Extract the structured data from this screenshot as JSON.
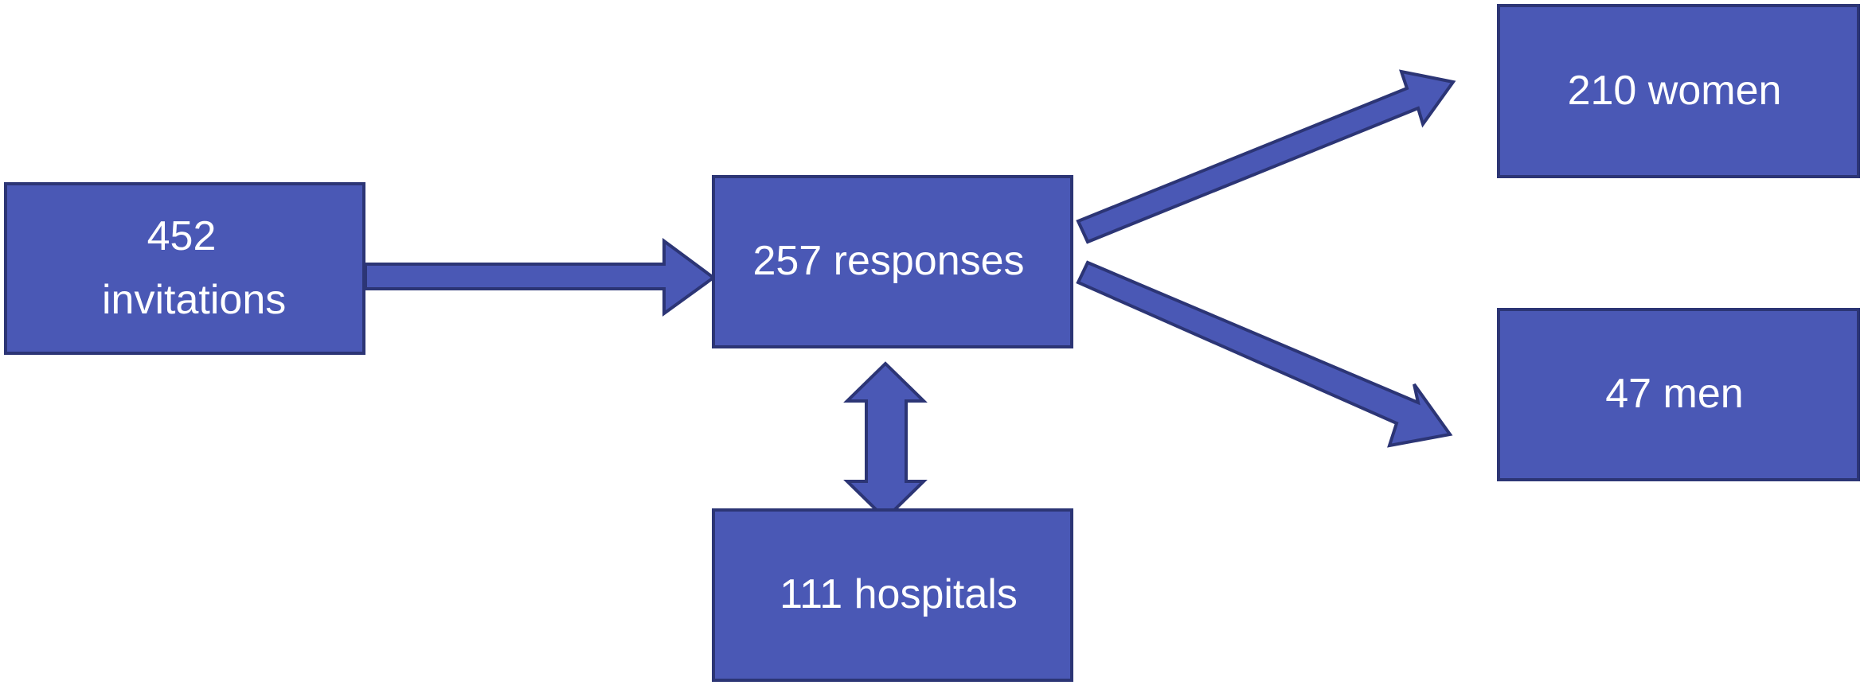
{
  "diagram": {
    "nodes": {
      "invitations": {
        "label": "452 invitations"
      },
      "responses": {
        "label": "257 responses"
      },
      "hospitals": {
        "label": "111 hospitals"
      },
      "women": {
        "label": "210 women"
      },
      "men": {
        "label": "47 men"
      }
    },
    "edges": [
      {
        "from": "invitations",
        "to": "responses",
        "direction": "forward"
      },
      {
        "from": "responses",
        "to": "hospitals",
        "direction": "both"
      },
      {
        "from": "responses",
        "to": "women",
        "direction": "forward"
      },
      {
        "from": "responses",
        "to": "men",
        "direction": "forward"
      }
    ],
    "colors": {
      "box_fill": "#4a58b5",
      "box_border": "#2c3575",
      "text": "#ffffff"
    }
  }
}
